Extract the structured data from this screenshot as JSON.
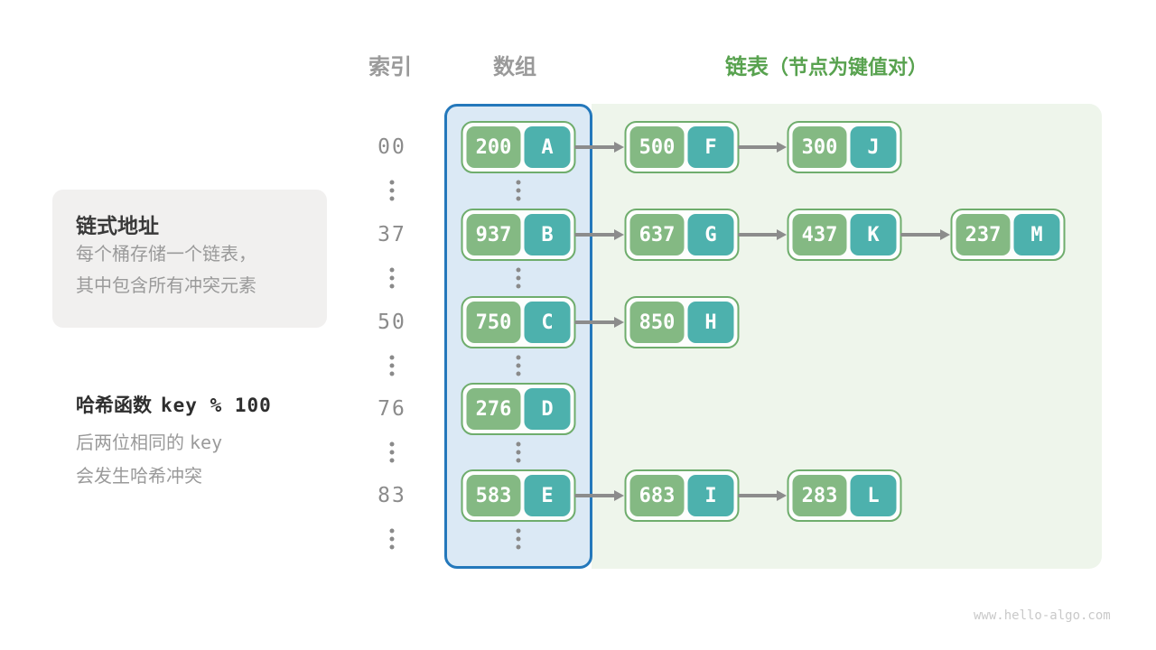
{
  "header": {
    "index_label": "索引",
    "array_label": "数组",
    "list_label": "链表",
    "list_note": "（节点为键值对）"
  },
  "info_box": {
    "title": "链式地址",
    "lines": [
      "每个桶存储一个链表，",
      "其中包含所有冲突元素"
    ]
  },
  "hash_note": {
    "fn_label": "哈希函数",
    "fn_code": "key % 100",
    "line1_prefix": "后两位相同的",
    "line1_code": "key",
    "line2": "会发生哈希冲突"
  },
  "watermark": "www.hello-algo.com",
  "colors": {
    "array_fill": "#dbe9f5",
    "array_border": "#2478bb",
    "list_panel_fill": "#eef5eb",
    "node_border": "#6fad6d",
    "key_fill": "#84b983",
    "value_fill": "#4db1ad",
    "node_text": "#ffffff",
    "header_gray": "#9a9a9a",
    "header_green": "#58a24f",
    "arrow_gray": "#8c8c8c",
    "infobox_fill": "#f1f0ef"
  },
  "diagram": {
    "rows": [
      {
        "index": "00",
        "nodes": [
          {
            "key": "200",
            "value": "A"
          },
          {
            "key": "500",
            "value": "F"
          },
          {
            "key": "300",
            "value": "J"
          }
        ]
      },
      {
        "index": "37",
        "nodes": [
          {
            "key": "937",
            "value": "B"
          },
          {
            "key": "637",
            "value": "G"
          },
          {
            "key": "437",
            "value": "K"
          },
          {
            "key": "237",
            "value": "M"
          }
        ]
      },
      {
        "index": "50",
        "nodes": [
          {
            "key": "750",
            "value": "C"
          },
          {
            "key": "850",
            "value": "H"
          }
        ]
      },
      {
        "index": "76",
        "nodes": [
          {
            "key": "276",
            "value": "D"
          }
        ]
      },
      {
        "index": "83",
        "nodes": [
          {
            "key": "583",
            "value": "E"
          },
          {
            "key": "683",
            "value": "I"
          },
          {
            "key": "283",
            "value": "L"
          }
        ]
      }
    ]
  }
}
